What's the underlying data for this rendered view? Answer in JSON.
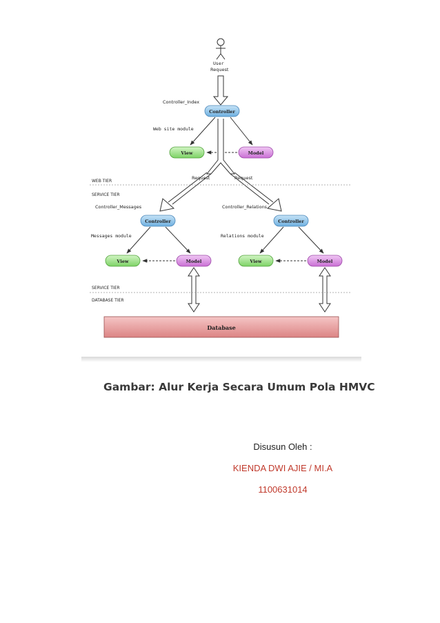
{
  "diagram": {
    "user_label": "User",
    "request_top": "Request",
    "controller_index": "Controller_Index",
    "controller": "Controller",
    "view": "View",
    "model": "Model",
    "web_site_module": "Web site module",
    "request_left": "Request",
    "request_right": "Request",
    "web_tier": "WEB TIER",
    "service_tier_top": "SERVICE TIER",
    "controller_messages": "Controller_Messages",
    "controller_relations": "Controller_Relations",
    "messages_module": "Messages module",
    "relations_module": "Relations module",
    "service_tier_bottom": "SERVICE TIER",
    "database_tier": "DATABASE TIER",
    "database": "Database"
  },
  "caption": "Gambar: Alur Kerja Secara Umum Pola HMVC",
  "author": {
    "label": "Disusun Oleh :",
    "name": "KIENDA DWI AJIE / MI.A",
    "id": "1100631014"
  },
  "colors": {
    "controller": "#8ec4ea",
    "view": "#9fe08a",
    "model": "#d88ee0",
    "database": "#e89a9a",
    "author_text": "#c0392b"
  }
}
